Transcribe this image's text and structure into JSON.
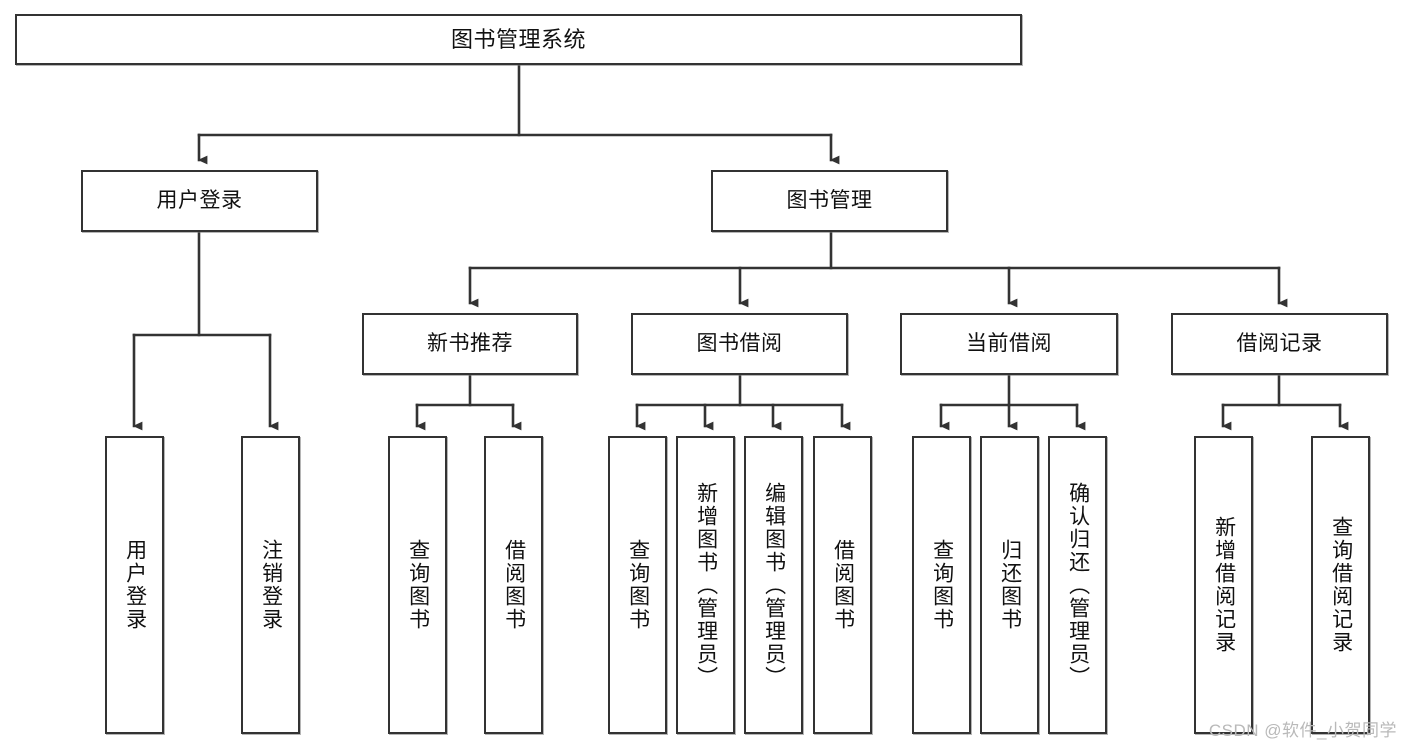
{
  "diagram": {
    "title": "图书管理系统",
    "type": "tree",
    "style": {
      "stroke": "#333333",
      "node_fill": "#ffffff",
      "text_color": "#111111",
      "background": "#ffffff",
      "watermark_color": "#b9b9b9"
    },
    "root": {
      "label": "图书管理系统"
    },
    "level2": [
      {
        "label": "用户登录"
      },
      {
        "label": "图书管理"
      }
    ],
    "level3": [
      {
        "label": "新书推荐"
      },
      {
        "label": "图书借阅"
      },
      {
        "label": "当前借阅"
      },
      {
        "label": "借阅记录"
      }
    ],
    "leaves": {
      "user_login": [
        {
          "label": "用户登录"
        },
        {
          "label": "注销登录"
        }
      ],
      "new_book_recommend": [
        {
          "label": "查询图书"
        },
        {
          "label": "借阅图书"
        }
      ],
      "book_borrow": [
        {
          "label": "查询图书"
        },
        {
          "label": "新增图书（管理员）"
        },
        {
          "label": "编辑图书（管理员）"
        },
        {
          "label": "借阅图书"
        }
      ],
      "current_borrow": [
        {
          "label": "查询图书"
        },
        {
          "label": "归还图书"
        },
        {
          "label": "确认归还（管理员）"
        }
      ],
      "borrow_record": [
        {
          "label": "新增借阅记录"
        },
        {
          "label": "查询借阅记录"
        }
      ]
    },
    "watermark": "CSDN @软件_小贺同学"
  }
}
